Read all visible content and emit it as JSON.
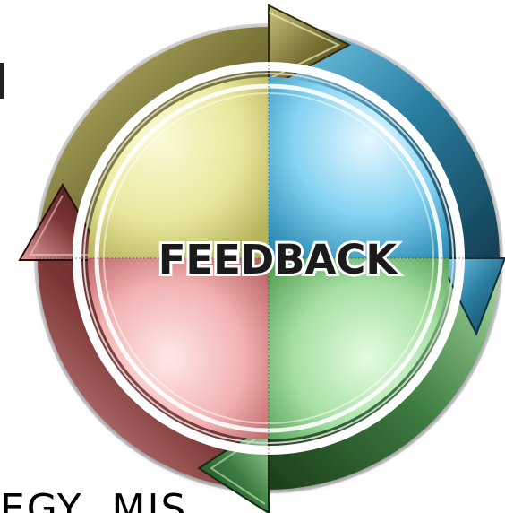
{
  "center_label": "FEEDBACK",
  "caption": "EGY, MIS",
  "colors": {
    "top_left": "#e8e7a0",
    "top_right": "#8ed7f2",
    "bottom_right": "#a7e0a5",
    "bottom_left": "#f0adad",
    "arrow_olive": "#6b6530",
    "arrow_teal": "#1f6a86",
    "arrow_green": "#2f6b35",
    "arrow_maroon": "#6d2a2a"
  },
  "icons": [
    "arrow-top",
    "arrow-right",
    "arrow-bottom",
    "arrow-left"
  ]
}
